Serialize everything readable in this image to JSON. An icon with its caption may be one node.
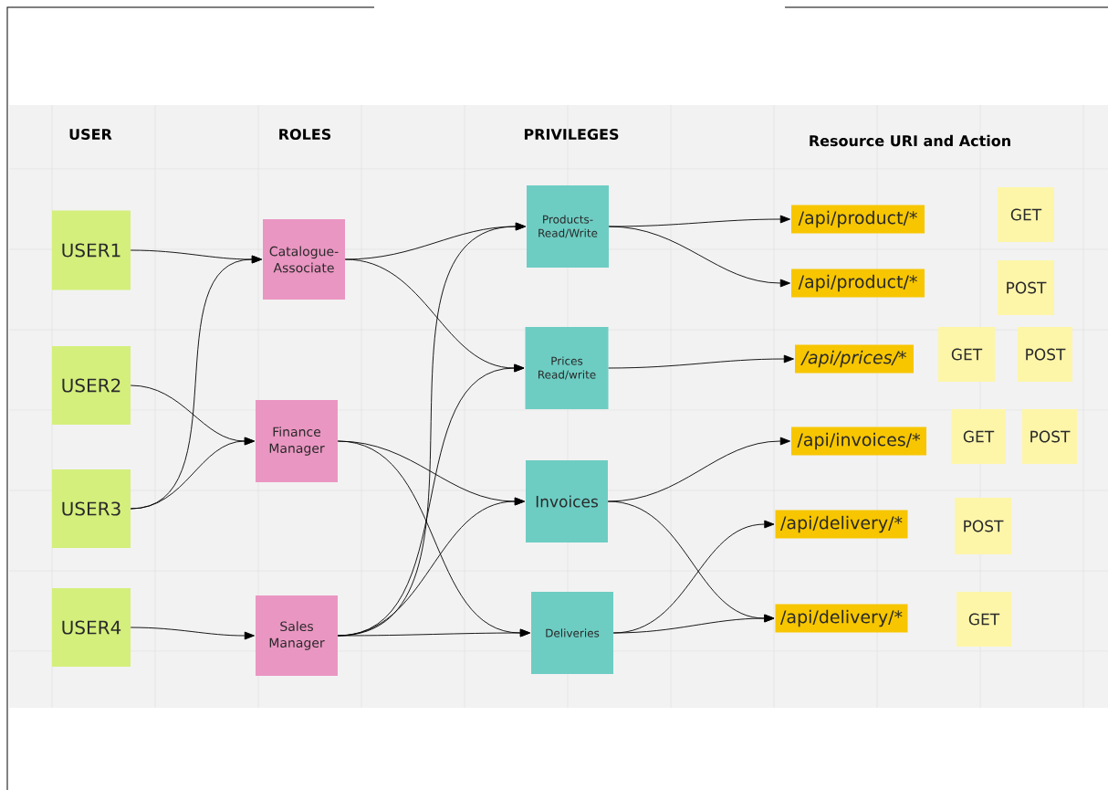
{
  "diagram": {
    "nodes": [
      {
        "text": [
          "USER1"
        ]
      },
      {
        "text": [
          "USER2"
        ]
      },
      {
        "text": [
          "USER3"
        ]
      },
      {
        "text": [
          "USER4"
        ]
      },
      {
        "text": [
          "Catalogue-Associate"
        ]
      },
      {
        "text": [
          "Finance Manager"
        ]
      },
      {
        "text": [
          "Sales Manager"
        ]
      },
      {
        "text": [
          "Products-Read/Write"
        ]
      },
      {
        "text": [
          "Prices Read/write"
        ]
      },
      {
        "text": [
          "Invoices"
        ]
      },
      {
        "text": [
          "Deliveries"
        ]
      },
      {
        "text": [
          "/api/product/*"
        ]
      },
      {
        "text": [
          "/api/product/*"
        ]
      },
      {
        "text": [
          "/api/prices/*"
        ]
      },
      {
        "text": [
          "/api/invoices/*"
        ]
      },
      {
        "text": [
          "/api/delivery/*"
        ]
      },
      {
        "text": [
          "/api/delivery/*"
        ]
      },
      {
        "text": [
          "GET"
        ]
      },
      {
        "text": [
          "POST"
        ]
      },
      {
        "text": [
          "GET"
        ]
      },
      {
        "text": [
          "POST"
        ]
      },
      {
        "text": [
          "GET"
        ]
      },
      {
        "text": [
          "POST"
        ]
      },
      {
        "text": [
          "POST"
        ]
      },
      {
        "text": [
          "GET"
        ]
      }
    ],
    "edges": [
      {
        "from": 0,
        "to": 4,
        "arrow": "to"
      },
      {
        "from": 2,
        "to": 4,
        "arrow": "to"
      },
      {
        "from": 1,
        "to": 5,
        "arrow": "to"
      },
      {
        "from": 2,
        "to": 5,
        "arrow": "to"
      },
      {
        "from": 3,
        "to": 6,
        "arrow": "to"
      },
      {
        "from": 4,
        "to": 7,
        "arrow": "to"
      },
      {
        "from": 4,
        "to": 8,
        "arrow": "to"
      },
      {
        "from": 5,
        "to": 9,
        "arrow": "to"
      },
      {
        "from": 5,
        "to": 10,
        "arrow": "to"
      },
      {
        "from": 6,
        "to": 7,
        "arrow": "to"
      },
      {
        "from": 6,
        "to": 8,
        "arrow": "to"
      },
      {
        "from": 6,
        "to": 9,
        "arrow": "to"
      },
      {
        "from": 6,
        "to": 10,
        "arrow": "to"
      },
      {
        "from": 7,
        "to": 11,
        "arrow": "to"
      },
      {
        "from": 7,
        "to": 12,
        "arrow": "to"
      },
      {
        "from": 8,
        "to": 13,
        "arrow": "to"
      },
      {
        "from": 9,
        "to": 14,
        "arrow": "to"
      },
      {
        "from": 9,
        "to": 16,
        "arrow": "to"
      },
      {
        "from": 10,
        "to": 15,
        "arrow": "to"
      },
      {
        "from": 10,
        "to": 16,
        "arrow": "to"
      }
    ],
    "labels": [
      "USER",
      "ROLES",
      "PRIVILEGES",
      "Resource URI and Action"
    ]
  }
}
